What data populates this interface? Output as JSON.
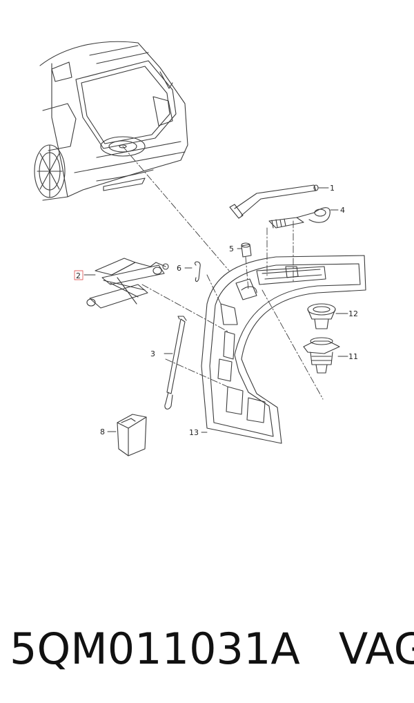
{
  "callouts": {
    "c1": "1",
    "c2": "2",
    "c3": "3",
    "c4": "4",
    "c5": "5",
    "c6": "6",
    "c8": "8",
    "c11": "11",
    "c12": "12",
    "c13": "13"
  },
  "caption": {
    "part_number": "5QM011031A",
    "brand": "VAG"
  },
  "colors": {
    "line": "#3a3a3a",
    "highlight": "#e06060"
  }
}
